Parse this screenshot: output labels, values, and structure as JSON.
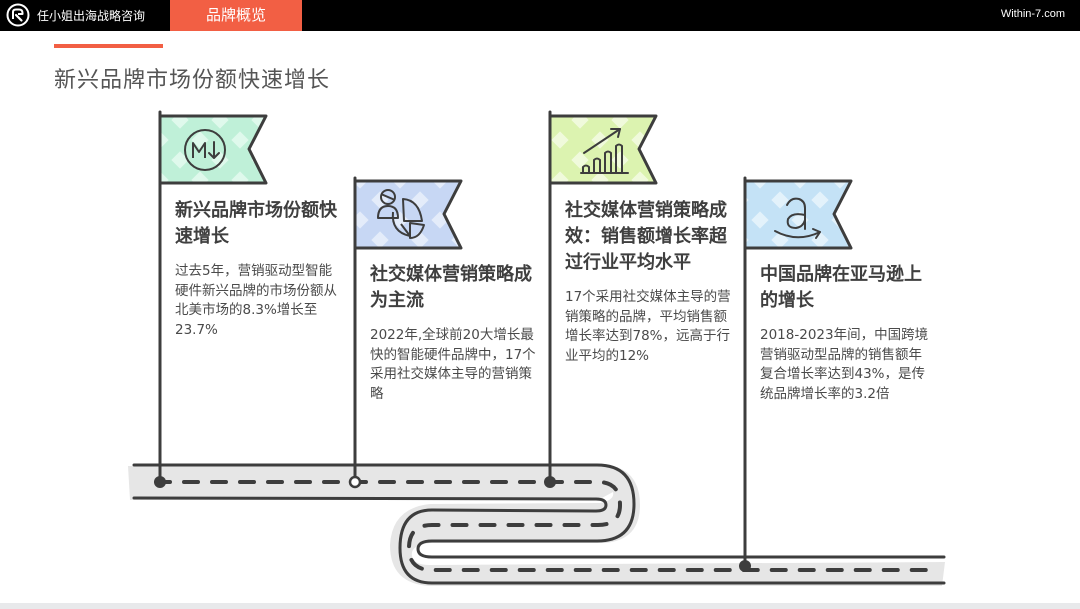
{
  "header": {
    "company": "任小姐出海战略咨询",
    "active_tab": "品牌概览",
    "site": "Within-7.com",
    "logo_icon": "circle-r-logo-icon"
  },
  "page": {
    "title": "新兴品牌市场份额快速增长"
  },
  "colors": {
    "accent": "#f25f44",
    "flag1": "#c9f5e0",
    "flag2": "#cfdcf5",
    "flag3": "#e4f6c2",
    "flag4": "#cfe7f7",
    "road": "#e6e6e6",
    "ink": "#3d3d3d"
  },
  "milestones": [
    {
      "icon": "markdown-icon",
      "title": "新兴品牌市场份额快速增长",
      "body": "过去5年，营销驱动型智能硬件新兴品牌的市场份额从北美市场的8.3%增长至23.7%",
      "marker": "filled"
    },
    {
      "icon": "social-users-pie-icon",
      "title": "社交媒体营销策略成为主流",
      "body": "2022年,全球前20大增长最快的智能硬件品牌中，17个采用社交媒体主导的营销策略",
      "marker": "open"
    },
    {
      "icon": "bar-chart-growth-icon",
      "title": "社交媒体营销策略成效：销售额增长率超过行业平均水平",
      "body": "17个采用社交媒体主导的营销策略的品牌，平均销售额增长率达到78%，远高于行业平均的12%",
      "marker": "filled"
    },
    {
      "icon": "amazon-icon",
      "title": "中国品牌在亚马逊上的增长",
      "body": "2018-2023年间，中国跨境营销驱动型品牌的销售额年复合增长率达到43%，是传统品牌增长率的3.2倍",
      "marker": "filled"
    }
  ]
}
